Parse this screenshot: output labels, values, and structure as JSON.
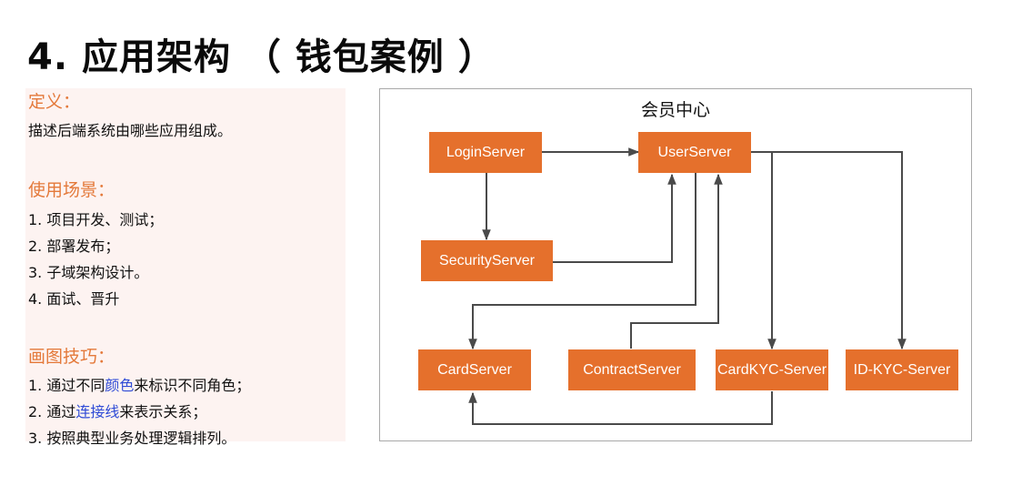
{
  "slide": {
    "title": "4. 应用架构 （ 钱包案例 ）"
  },
  "left_panel": {
    "definition": {
      "heading": "定义：",
      "text": "描述后端系统由哪些应用组成。"
    },
    "scenarios": {
      "heading": "使用场景：",
      "items": [
        "1. 项目开发、测试；",
        "2. 部署发布；",
        "3. 子域架构设计。",
        "4. 面试、晋升"
      ]
    },
    "tips": {
      "heading": "画图技巧：",
      "items": [
        {
          "prefix": "1.  通过不同",
          "highlight": "颜色",
          "suffix": "来标识不同角色；"
        },
        {
          "prefix": "2.  通过",
          "highlight": "连接线",
          "suffix": "来表示关系；"
        },
        {
          "prefix": "3.  按照典型业务处理逻辑排列。",
          "highlight": "",
          "suffix": ""
        }
      ],
      "highlight_color": "#2f4bd6"
    },
    "heading_color": "#e4793a"
  },
  "diagram": {
    "title": "会员中心",
    "node_color": "#e5702c",
    "nodes": [
      {
        "id": "login",
        "label": "LoginServer"
      },
      {
        "id": "user",
        "label": "UserServer"
      },
      {
        "id": "security",
        "label": "SecurityServer"
      },
      {
        "id": "card",
        "label": "CardServer"
      },
      {
        "id": "contract",
        "label": "ContractServer"
      },
      {
        "id": "cardkyc",
        "label": "CardKYC-Server"
      },
      {
        "id": "idkyc",
        "label": "ID-KYC-Server"
      }
    ],
    "edges": [
      {
        "from": "LoginServer",
        "to": "UserServer"
      },
      {
        "from": "LoginServer",
        "to": "SecurityServer"
      },
      {
        "from": "SecurityServer",
        "to": "UserServer"
      },
      {
        "from": "UserServer",
        "to": "CardServer"
      },
      {
        "from": "ContractServer",
        "to": "UserServer"
      },
      {
        "from": "UserServer",
        "to": "CardKYC-Server"
      },
      {
        "from": "UserServer",
        "to": "ID-KYC-Server"
      },
      {
        "from": "CardKYC-Server",
        "to": "CardServer"
      }
    ]
  }
}
